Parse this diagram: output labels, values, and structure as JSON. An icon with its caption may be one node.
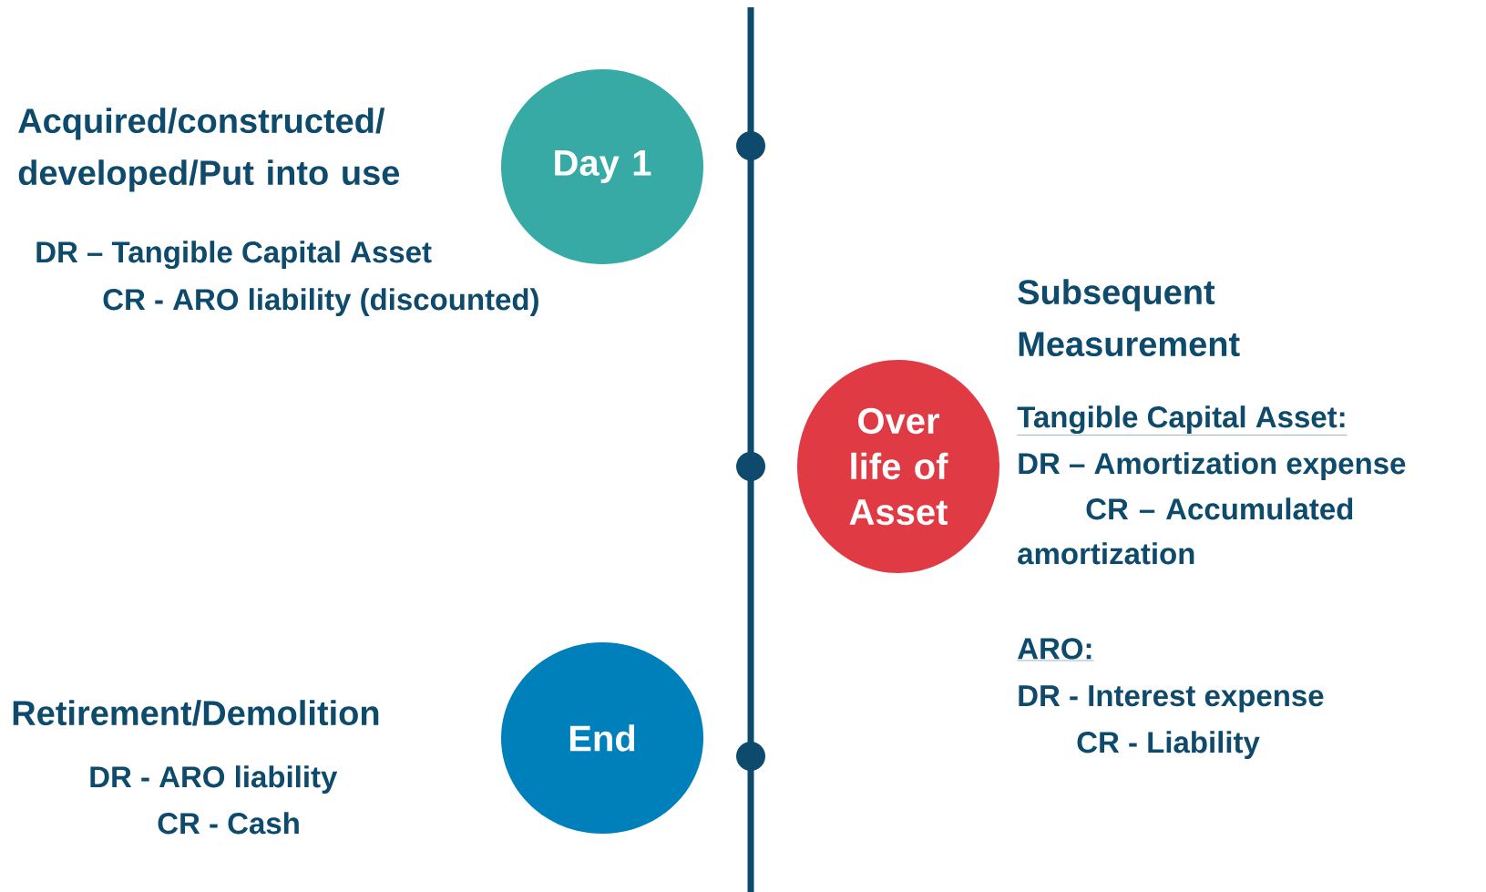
{
  "diagram": {
    "nodes": [
      {
        "text": [
          "Day 1"
        ]
      },
      {
        "text": [
          "Over life of Asset"
        ]
      },
      {
        "text": [
          "End"
        ]
      }
    ],
    "labels": [
      "Acquired/constructed/ developed/Put into use",
      "DR – Tangible Capital Asset",
      "CR - ARO liability (discounted)",
      "Subsequent Measurement",
      "Tangible Capital Asset:",
      "DR – Amortization expense",
      "CR – Accumulated amortization",
      "ARO:",
      "DR - Interest expense",
      "CR - Liability",
      "Retirement/Demolition",
      "DR - ARO liability",
      "CR - Cash"
    ]
  }
}
